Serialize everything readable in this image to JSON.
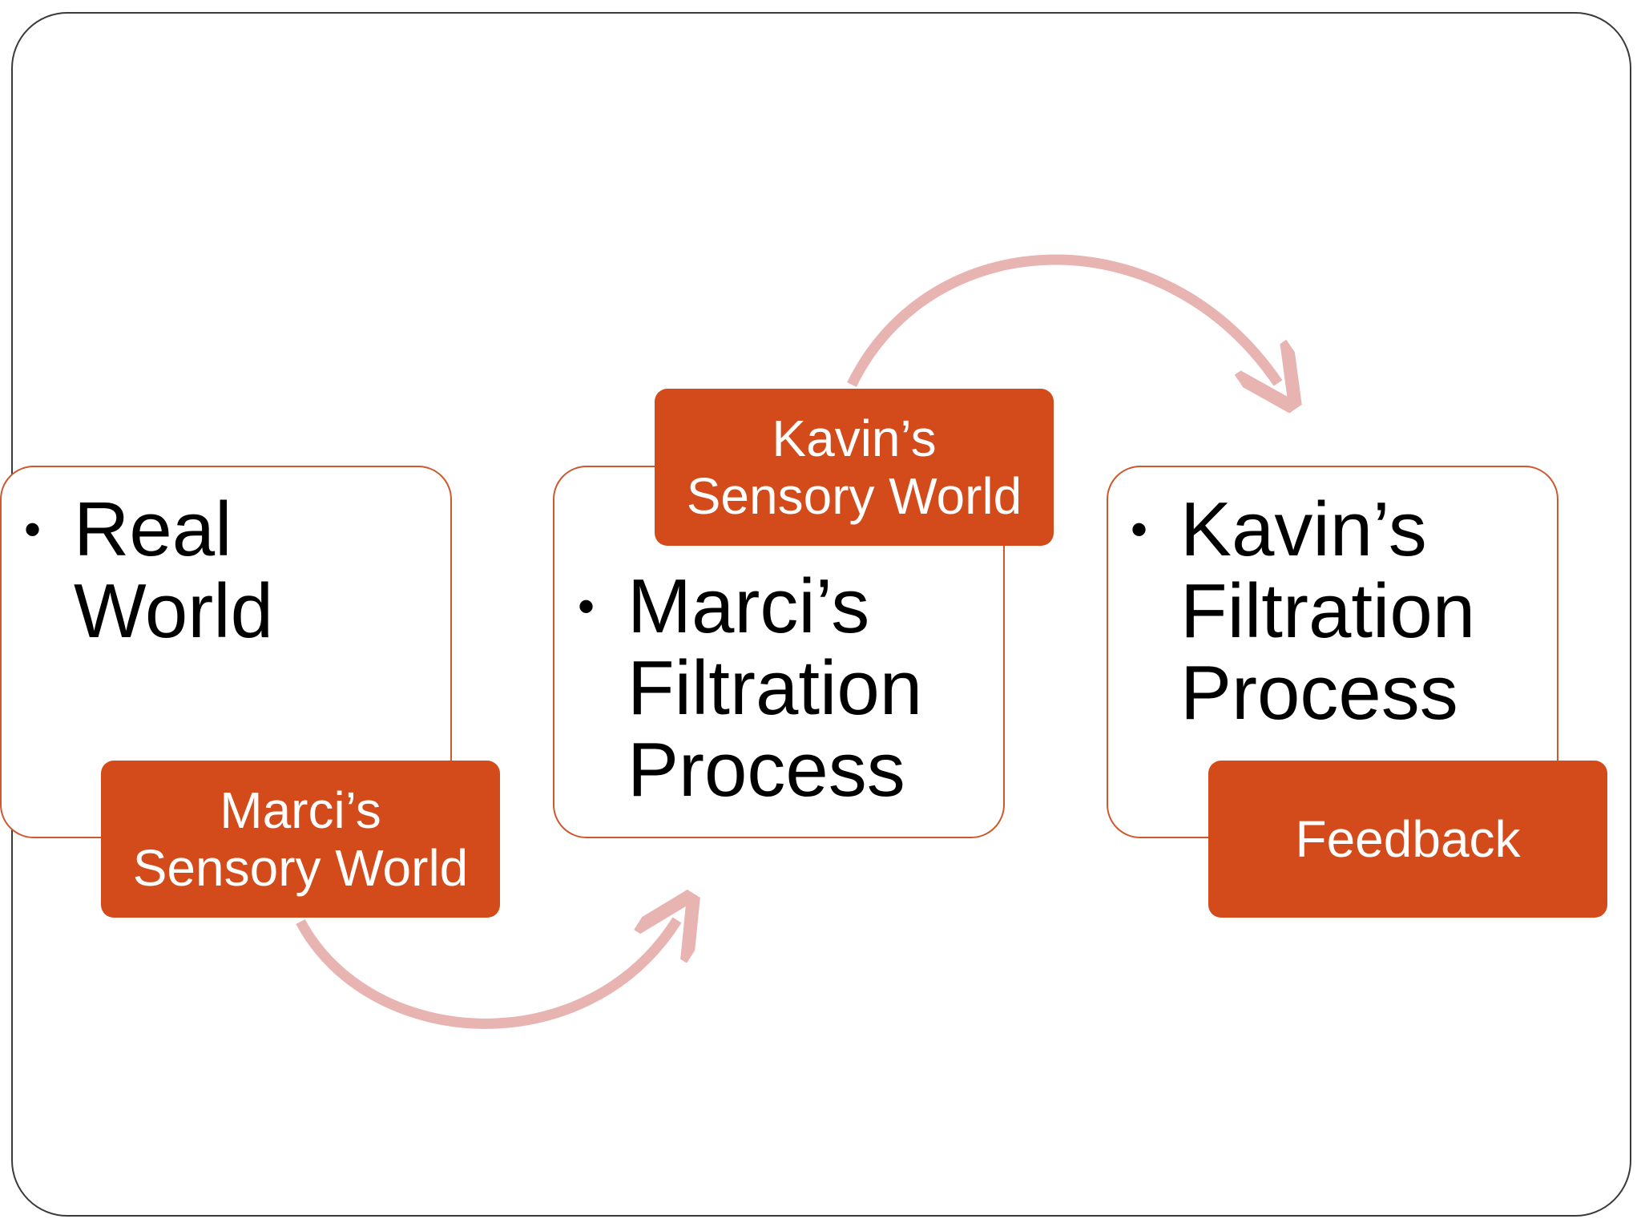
{
  "colors": {
    "frame": "#3a3a3a",
    "box_border": "#cc5a2e",
    "tag_fill": "#d34a1b",
    "arrow": "#e8b4b2",
    "text_dark": "#000000",
    "text_light": "#ffffff"
  },
  "steps": [
    {
      "bullet": "•",
      "lines": [
        "Real",
        "World"
      ],
      "tag_lines": [
        "Marci’s",
        "Sensory World"
      ]
    },
    {
      "bullet": "•",
      "lines": [
        "Marci’s",
        "Filtration",
        "Process"
      ],
      "tag_lines": [
        "Kavin’s",
        "Sensory World"
      ]
    },
    {
      "bullet": "•",
      "lines": [
        "Kavin’s",
        "Filtration",
        "Process"
      ],
      "tag_lines": [
        "Feedback"
      ]
    }
  ]
}
